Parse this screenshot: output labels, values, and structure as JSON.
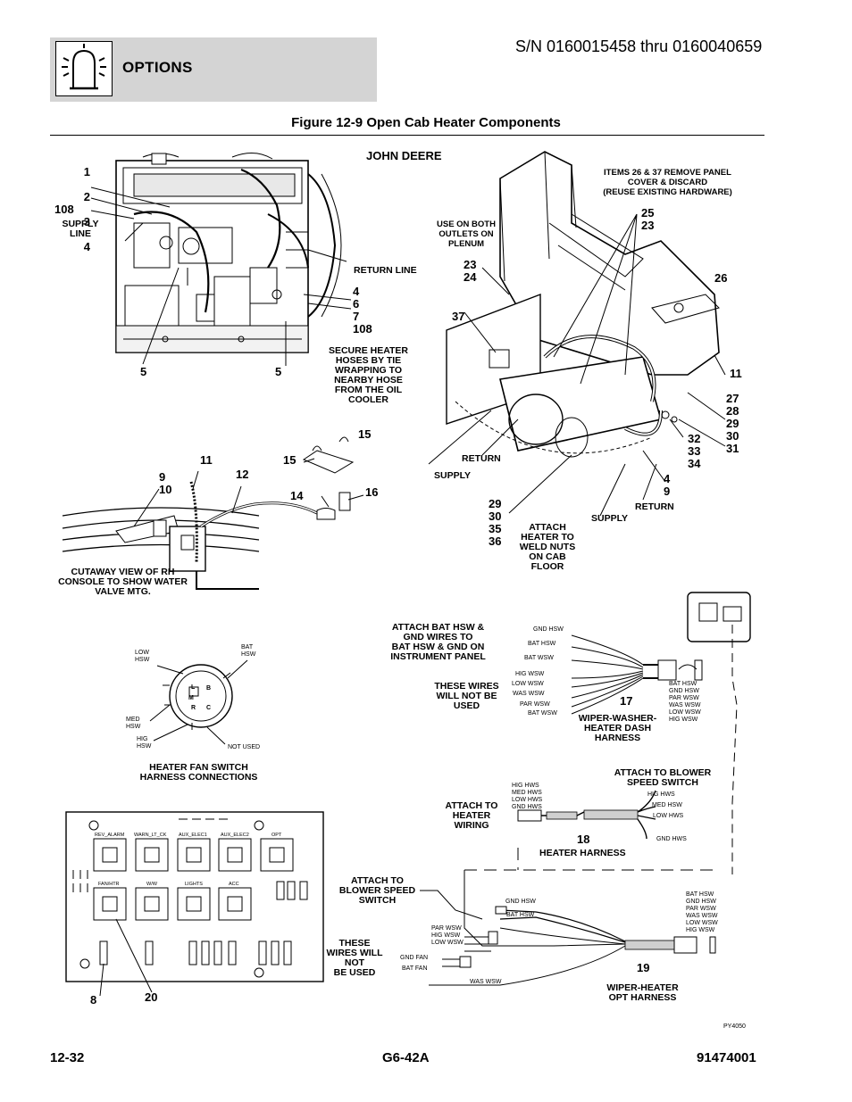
{
  "header": {
    "section_title": "OPTIONS",
    "serial_range": "S/N 0160015458 thru 0160040659",
    "figure_title": "Figure 12-9 Open Cab Heater Components",
    "section_icon": "light-bulb-icon"
  },
  "diagram": {
    "engine_title": "JOHN DEERE",
    "callouts_top_left": [
      "1",
      "2",
      "3",
      "4",
      "108"
    ],
    "supply_line": "SUPPLY\nLINE",
    "return_line": "RETURN LINE",
    "callouts_mid_left": [
      "4",
      "6",
      "7",
      "108"
    ],
    "five_a": "5",
    "five_b": "5",
    "secure_note": "SECURE HEATER\nHOSES BY TIE\nWRAPPING TO\nNEARBY HOSE\nFROM THE OIL\nCOOLER",
    "items_note": "ITEMS 26 & 37 REMOVE PANEL\nCOVER & DISCARD\n(REUSE EXISTING HARDWARE)",
    "use_both": "USE ON BOTH\nOUTLETS ON\nPLENUM",
    "n25_23": "25\n23",
    "n23_24": "23\n24",
    "n26": "26",
    "n37": "37",
    "n11_r": "11",
    "n27_31": "27\n28\n29\n30\n31",
    "n32_34": "32\n33\n34",
    "n4_9": "4\n9",
    "n29_36": "29\n30\n35\n36",
    "return_a": "RETURN",
    "supply_a": "SUPPLY",
    "supply_b": "SUPPLY",
    "return_b": "RETURN",
    "attach_weld": "ATTACH\nHEATER TO\nWELD NUTS\nON CAB\nFLOOR",
    "n9_10": "9\n10",
    "n11_l": "11",
    "n12": "12",
    "n15a": "15",
    "n15b": "15",
    "n14": "14",
    "n16": "16",
    "cutaway": "CUTAWAY VIEW OF RH\nCONSOLE TO SHOW WATER\nVALVE MTG.",
    "attach_bat": "ATTACH BAT HSW &\nGND WIRES TO\nBAT HSW & GND ON\nINSTRUMENT PANEL",
    "these_wires": "THESE WIRES\nWILL NOT BE\nUSED",
    "dash_wires_top": [
      "GND HSW",
      "BAT HSW",
      "BAT WSW"
    ],
    "dash_wires_bottom": [
      "HIG WSW",
      "LOW WSW",
      "WAS WSW",
      "PAR WSW",
      "BAT WSW"
    ],
    "dash_right": "BAT HSW\nGND HSW\nPAR WSW\nWAS WSW\nLOW WSW\nHIG WSW",
    "n17": "17",
    "dash_harness": "WIPER-WASHER-\nHEATER DASH\nHARNESS",
    "switch_low": "LOW\nHSW",
    "switch_bat": "BAT\nHSW",
    "switch_med": "MED\nHSW",
    "switch_hig": "HIG\nHSW",
    "switch_not_used": "NOT USED",
    "switch_letters": [
      "L",
      "B",
      "M",
      "R",
      "C"
    ],
    "fan_switch": "HEATER FAN SWITCH\nHARNESS CONNECTIONS",
    "attach_blower": "ATTACH TO BLOWER\nSPEED SWITCH",
    "heater_left_wires": "HIG HWS\nMED HWS\nLOW HWS\nGND HWS",
    "heater_right_wires": [
      "HIG HWS",
      "MED HSW",
      "LOW HWS",
      "GND HWS"
    ],
    "attach_heater": "ATTACH TO\nHEATER\nWIRING",
    "n18": "18",
    "heater_harness": "HEATER HARNESS",
    "attach_blower2": "ATTACH TO\nBLOWER SPEED\nSWITCH",
    "these_wires2": "THESE\nWIRES WILL\nNOT\nBE USED",
    "opt_labels": [
      "GND HSW",
      "BAT HSW",
      "PAR WSW\nHIG WSW\nLOW WSW",
      "GND FAN",
      "BAT FAN",
      "WAS WSW"
    ],
    "opt_right": "BAT HSW\nGND HSW\nPAR WSW\nWAS WSW\nLOW WSW\nHIG WSW",
    "n19": "19",
    "opt_harness": "WIPER-HEATER\nOPT HARNESS",
    "relay_labels": [
      "REV_ALARM",
      "WARN_LT_CK",
      "AUX_ELEC1",
      "AUX_ELEC2",
      "OPT",
      "FAN/HTR",
      "W/W",
      "LIGHTS",
      "ACC"
    ],
    "n8": "8",
    "n20": "20",
    "py": "PY4050"
  },
  "footer": {
    "page": "12-32",
    "model": "G6-42A",
    "doc": "91474001"
  }
}
